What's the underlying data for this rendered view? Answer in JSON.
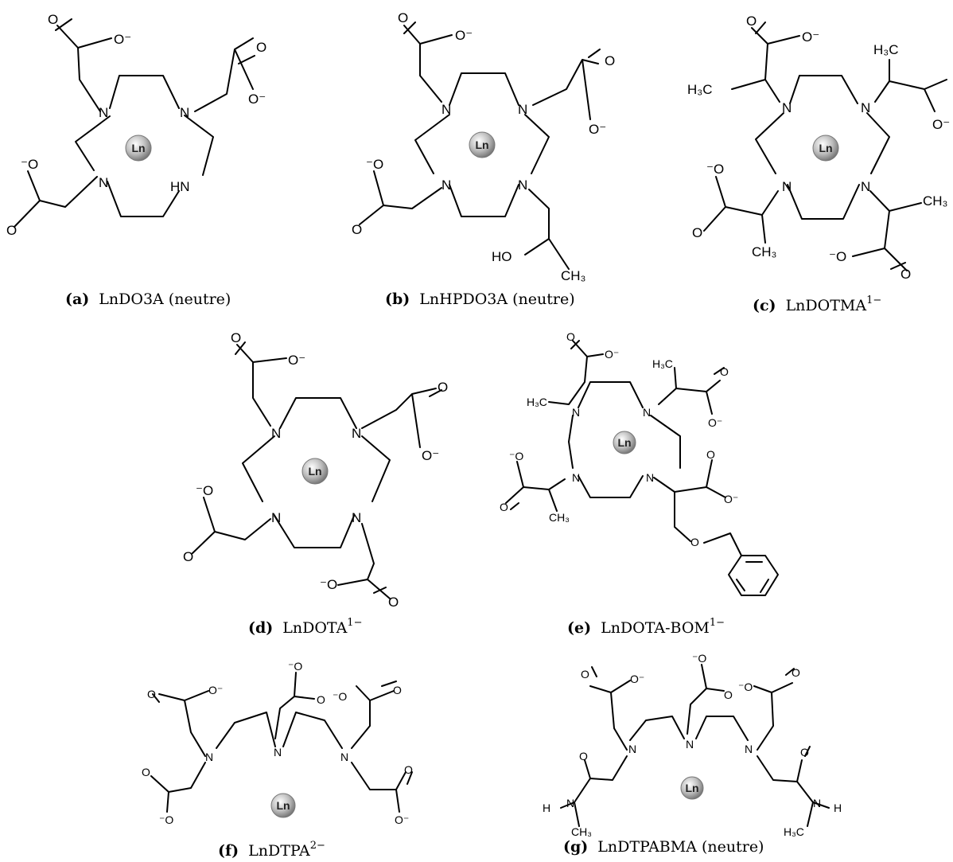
{
  "ion_label": "Ln",
  "atoms": {
    "n": "N",
    "nh": "HN",
    "o": "O",
    "o_minus": "O⁻",
    "minus_o": "⁻O",
    "ho": "HO",
    "h3c": "H₃C",
    "ch3": "CH₃",
    "h": "H"
  },
  "structures": [
    {
      "tag": "(a)",
      "name": "LnDO3A (neutre)",
      "charge": ""
    },
    {
      "tag": "(b)",
      "name": "LnHPDO3A (neutre)",
      "charge": ""
    },
    {
      "tag": "(c)",
      "name": "LnDOTMA",
      "charge": "1−"
    },
    {
      "tag": "(d)",
      "name": "LnDOTA",
      "charge": "1−"
    },
    {
      "tag": "(e)",
      "name": "LnDOTA-BOM",
      "charge": "1−"
    },
    {
      "tag": "(f)",
      "name": "LnDTPA",
      "charge": "2−"
    },
    {
      "tag": "(g)",
      "name": "LnDTPABMA (neutre)",
      "charge": ""
    }
  ]
}
